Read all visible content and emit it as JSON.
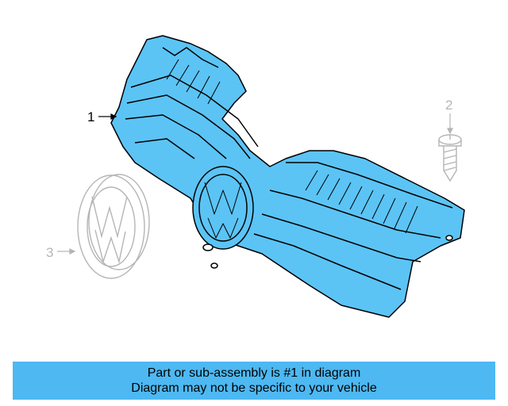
{
  "callouts": {
    "part_1": "1",
    "part_2": "2",
    "part_3": "3"
  },
  "banner": {
    "line1": "Part or sub-assembly is #1 in diagram",
    "line2": "Diagram may not be specific to your vehicle"
  },
  "colors": {
    "highlight_fill": "#5bc4f5",
    "banner_fill": "#4db8f2",
    "ghost_outline": "#b5b5b5",
    "outline": "#000000"
  },
  "icons": {
    "main_part": "grille-assembly-icon",
    "screw": "screw-icon",
    "emblem": "emblem-icon"
  }
}
